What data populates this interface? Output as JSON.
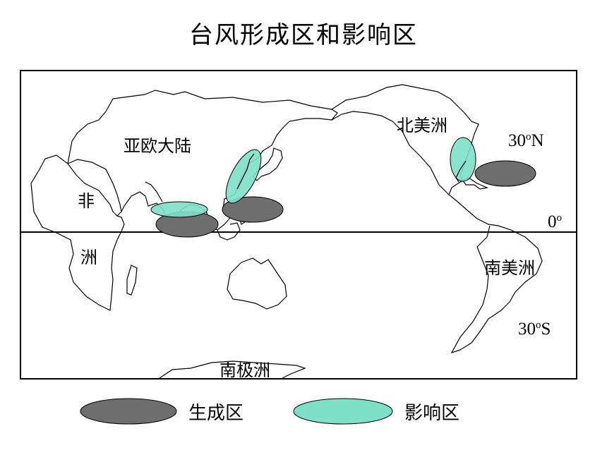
{
  "title": "台风形成区和影响区",
  "continents": {
    "eurasia": "亚欧大陆",
    "africa_1": "非",
    "africa_2": "洲",
    "north_america": "北美洲",
    "south_america": "南美洲",
    "antarctica": "南极洲"
  },
  "latitudes": {
    "n30_num": "30",
    "n30_deg": "o",
    "n30_dir": "N",
    "eq_num": "0",
    "eq_deg": "o",
    "s30_num": "30",
    "s30_deg": "o",
    "s30_dir": "S"
  },
  "legend": {
    "formation": "生成区",
    "impact": "影响区"
  },
  "colors": {
    "formation": "#6e6e6e",
    "impact": "#7fe0c8",
    "outline": "#000000"
  }
}
